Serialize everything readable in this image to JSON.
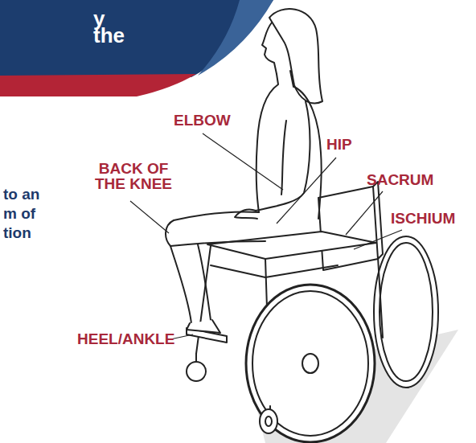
{
  "diagram": {
    "labels": [
      "y",
      "the",
      "to an",
      "m of",
      "tion",
      "ELBOW",
      "HIP",
      "BACK OF THE KNEE",
      "SACRUM",
      "ISCHIUM",
      "HEEL/ANKLE"
    ]
  }
}
